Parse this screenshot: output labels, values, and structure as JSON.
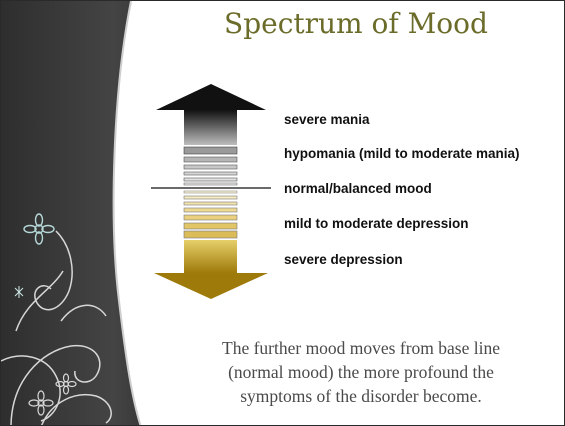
{
  "slide": {
    "title": "Spectrum of Mood",
    "spectrum_labels": [
      "severe mania",
      "hypomania (mild to moderate mania)",
      "normal/balanced mood",
      "mild to moderate depression",
      "severe depression"
    ],
    "caption_lines": [
      "The further mood moves from base line",
      "(normal mood) the more profound the",
      "symptoms of the disorder become."
    ]
  },
  "colors": {
    "mania_dark": "#1a1a1a",
    "mania_light": "#d8d8d8",
    "depression_light": "#f3e4a6",
    "depression_dark": "#a8840e",
    "side_panel": "#3a3a3a",
    "title": "#6b6b2a"
  },
  "icons": [
    "floral-swirl-decoration",
    "flower-icon"
  ]
}
